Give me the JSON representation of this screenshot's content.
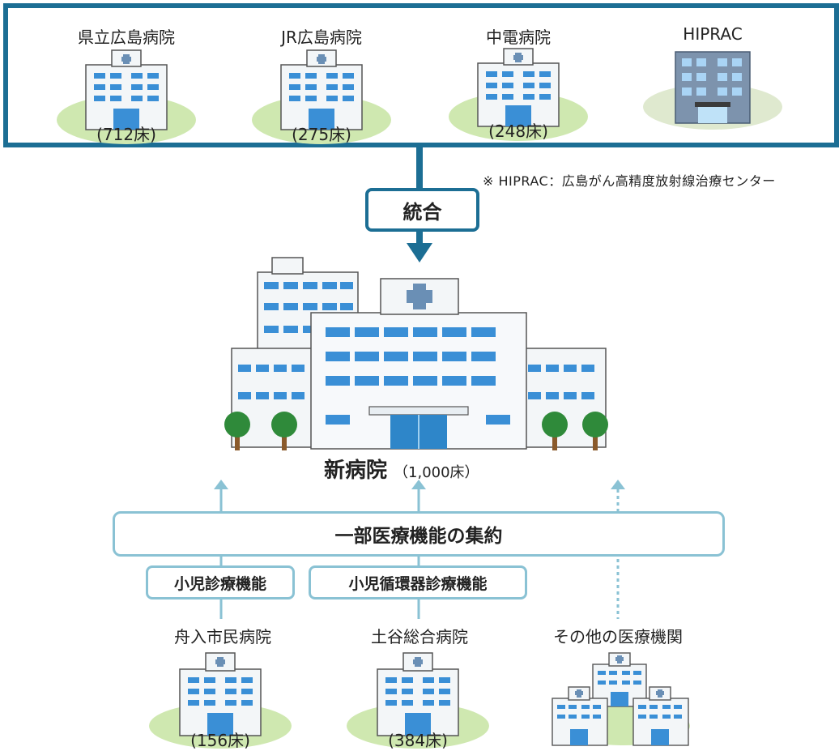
{
  "top_hospitals": [
    {
      "name": "県立広島病院",
      "beds": "(712床)"
    },
    {
      "name": "JR広島病院",
      "beds": "(275床)"
    },
    {
      "name": "中電病院",
      "beds": "(248床)"
    },
    {
      "name": "HIPRAC",
      "beds": ""
    }
  ],
  "note": "※ HIPRAC：広島がん高精度放射線治療センター",
  "merge_label": "統合",
  "new_hospital": {
    "name": "新病院",
    "beds": "（1,000床）"
  },
  "aggregation_label": "一部医療機能の集約",
  "functions": [
    "小児診療機能",
    "小児循環器診療機能"
  ],
  "bottom_hospitals": [
    {
      "name": "舟入市民病院",
      "beds": "(156床)"
    },
    {
      "name": "土谷総合病院",
      "beds": "(384床)"
    },
    {
      "name": "その他の医療機関",
      "beds": ""
    }
  ],
  "colors": {
    "frame": "#1c6e94",
    "light_line": "#8ac2d4",
    "window": "#3a8fd6",
    "lawn": "#cfe8b0",
    "building_wall": "#f3f6f8",
    "hiprac": "#7d93ad"
  }
}
